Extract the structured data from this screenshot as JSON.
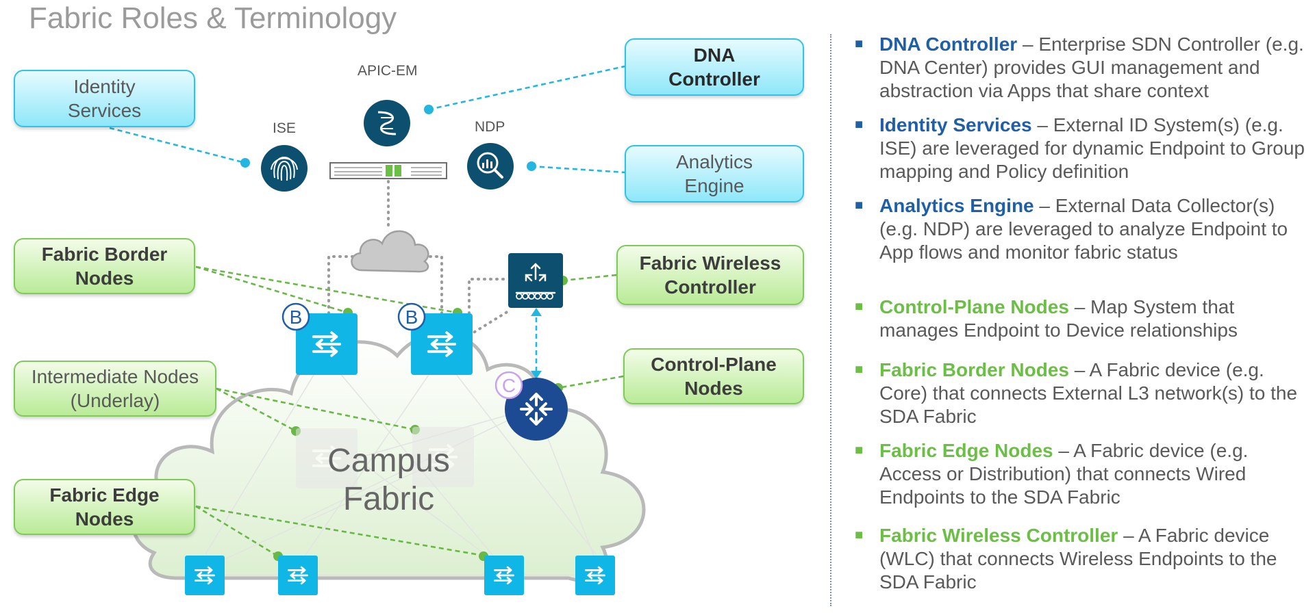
{
  "title": "Fabric Roles & Terminology",
  "colors": {
    "blue_accent": "#1f5fa8",
    "green_accent": "#6cbf45",
    "cyan_device": "#0fb6e6",
    "navy_device": "#1d4b93",
    "dark_teal_icon": "#0c4f6e"
  },
  "diagram": {
    "boxes": {
      "dna_controller": "DNA Controller",
      "identity_services": "Identity Services",
      "analytics_engine": "Analytics Engine",
      "fabric_border_nodes": "Fabric Border Nodes",
      "fabric_wireless_controller": "Fabric Wireless Controller",
      "intermediate_nodes": "Intermediate Nodes (Underlay)",
      "control_plane_nodes": "Control-Plane Nodes",
      "fabric_edge_nodes": "Fabric Edge Nodes"
    },
    "labels": {
      "apic_em": "APIC-EM",
      "ise": "ISE",
      "ndp": "NDP",
      "campus": "Campus",
      "fabric": "Fabric",
      "border_badge": "B",
      "control_badge": "C"
    },
    "icons": [
      "apic-em-icon",
      "fingerprint-icon",
      "analytics-magnifier-icon",
      "server-appliance-icon",
      "cloud-icon",
      "wireless-controller-icon",
      "switch-icon",
      "router-icon"
    ]
  },
  "legend": [
    {
      "term": "DNA Controller",
      "text": " – Enterprise SDN Controller (e.g. DNA Center) provides GUI management and abstraction via Apps that share context",
      "style": "blue"
    },
    {
      "term": "Identity Services",
      "text": " – External ID System(s) (e.g. ISE) are leveraged for dynamic Endpoint to Group mapping and Policy definition",
      "style": "blue"
    },
    {
      "term": "Analytics Engine",
      "text": " – External Data Collector(s) (e.g. NDP) are leveraged to analyze Endpoint to App flows and monitor fabric status",
      "style": "blue"
    },
    {
      "term": "Control-Plane Nodes",
      "text": " – Map System that manages Endpoint to Device relationships",
      "style": "green"
    },
    {
      "term": "Fabric Border Nodes",
      "text": " – A Fabric device (e.g. Core) that connects External L3 network(s) to the SDA Fabric",
      "style": "green"
    },
    {
      "term": "Fabric Edge Nodes",
      "text": " – A Fabric device (e.g. Access or Distribution) that connects Wired Endpoints to the SDA Fabric",
      "style": "green"
    },
    {
      "term": "Fabric Wireless Controller",
      "text": " – A Fabric device (WLC) that connects Wireless Endpoints to the SDA Fabric",
      "style": "green"
    }
  ]
}
